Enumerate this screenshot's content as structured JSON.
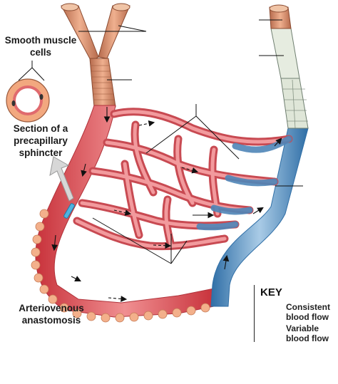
{
  "labels": {
    "smooth_muscle": "Smooth muscle cells",
    "sphincter": "Section of a precapillary sphincter",
    "anastomosis": "Arteriovenous anastomosis"
  },
  "key": {
    "title": "KEY",
    "consistent": "Consistent blood flow",
    "variable": "Variable blood flow"
  },
  "colors": {
    "artery": "#d9424a",
    "artery_light": "#ee8a8d",
    "vein": "#3f7fb5",
    "vein_light": "#8fb9dc",
    "muscle": "#d98a6a",
    "capillary": "#e56f74"
  },
  "icons": [
    "arrow-icon",
    "dashed-arrow-icon"
  ]
}
